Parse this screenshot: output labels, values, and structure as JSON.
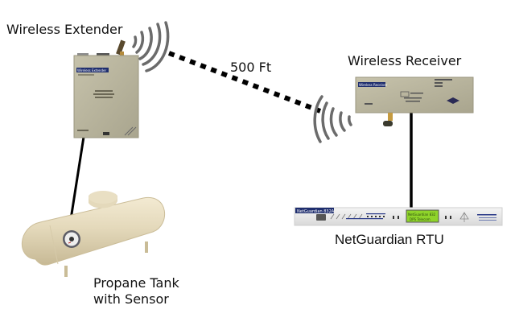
{
  "diagram": {
    "labels": {
      "extender": "Wireless Extender",
      "receiver": "Wireless Receiver",
      "distance": "500 Ft",
      "rtu": "NetGuardian RTU",
      "tank_line1": "Propane Tank",
      "tank_line2": "with Sensor"
    },
    "devices": {
      "extender_badge": "Wireless Extender",
      "receiver_badge": "Wireless Receiver",
      "rtu_badge": "NetGuardian 832A",
      "lcd_line1": "NetGuardian 832",
      "lcd_line2": "DPS Telecom",
      "vendor": "DPS Telecom"
    },
    "nodes": [
      {
        "id": "propane-tank",
        "name": "Propane Tank with Sensor"
      },
      {
        "id": "wireless-extender",
        "name": "Wireless Extender"
      },
      {
        "id": "wireless-receiver",
        "name": "Wireless Receiver"
      },
      {
        "id": "netguardian-rtu",
        "name": "NetGuardian RTU"
      }
    ],
    "edges": [
      {
        "from": "propane-tank",
        "to": "wireless-extender",
        "type": "wired"
      },
      {
        "from": "wireless-extender",
        "to": "wireless-receiver",
        "type": "wireless",
        "label": "500 Ft"
      },
      {
        "from": "wireless-receiver",
        "to": "netguardian-rtu",
        "type": "wired"
      }
    ],
    "colors": {
      "device_body": "#b9b59f",
      "tank_body": "#e6dcc0",
      "lcd": "#8fd42a",
      "badge": "#1f2e6e",
      "wave": "#6b6b6b",
      "link": "#000000"
    }
  }
}
